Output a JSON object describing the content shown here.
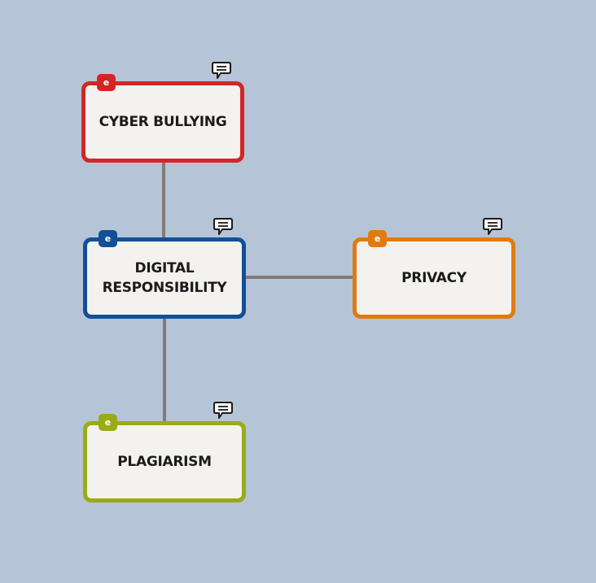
{
  "diagram": {
    "badge_letter": "e",
    "nodes": {
      "cyber_bullying": {
        "label": "CYBER BULLYING",
        "color": "#d42525"
      },
      "digital_responsibility": {
        "label_lines": [
          "DIGITAL",
          "RESPONSIBILITY"
        ],
        "color": "#114f97"
      },
      "privacy": {
        "label": "PRIVACY",
        "color": "#e07b12"
      },
      "plagiarism": {
        "label": "PLAGIARISM",
        "color": "#9aab14"
      }
    },
    "edges": [
      {
        "from": "cyber_bullying",
        "to": "digital_responsibility"
      },
      {
        "from": "digital_responsibility",
        "to": "privacy"
      },
      {
        "from": "digital_responsibility",
        "to": "plagiarism"
      }
    ],
    "connector_color": "#837b76",
    "icons": {
      "node_comment": "speech-bubble-icon"
    }
  }
}
